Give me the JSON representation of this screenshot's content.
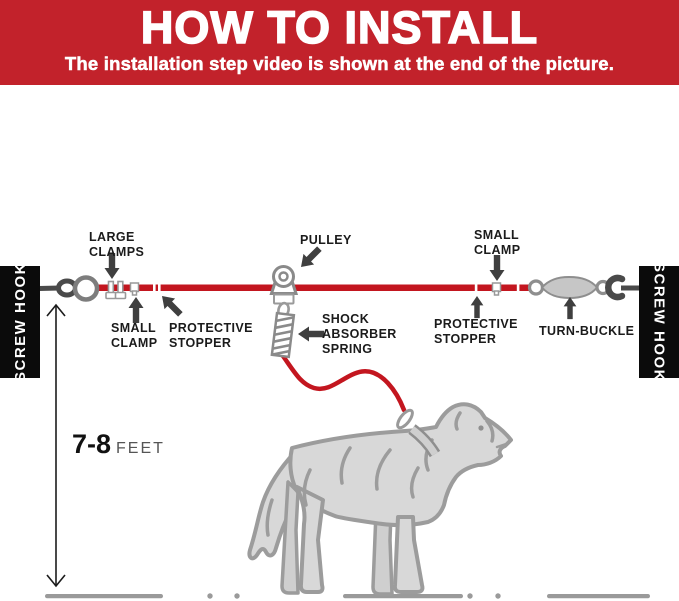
{
  "header": {
    "title": "HOW TO INSTALL",
    "subtitle": "The installation step video is shown at the end of the picture.",
    "background_color": "#c2222b",
    "text_color": "#ffffff"
  },
  "diagram": {
    "left_anchor_label": "SCREW HOOK",
    "right_anchor_label": "SCREW HOOK",
    "labels": {
      "large_clamps": "LARGE\nCLAMPS",
      "small_clamp_left": "SMALL\nCLAMP",
      "protective_stopper_left": "PROTECTIVE\nSTOPPER",
      "pulley": "PULLEY",
      "shock_absorber_spring": "SHOCK\nABSORBER\nSPRING",
      "small_clamp_right": "SMALL\nCLAMP",
      "protective_stopper_right": "PROTECTIVE\nSTOPPER",
      "turn_buckle": "TURN-BUCKLE"
    },
    "measurement": {
      "value": "7-8",
      "unit": "FEET"
    },
    "colors": {
      "cable_red": "#c3161f",
      "arrow_dark": "#3f3f3f",
      "dog_gray": "#d8d8d8",
      "outline_gray": "#9c9c9c",
      "ground_gray": "#9a9a9a",
      "anchor_black": "#0b0b0b"
    }
  }
}
